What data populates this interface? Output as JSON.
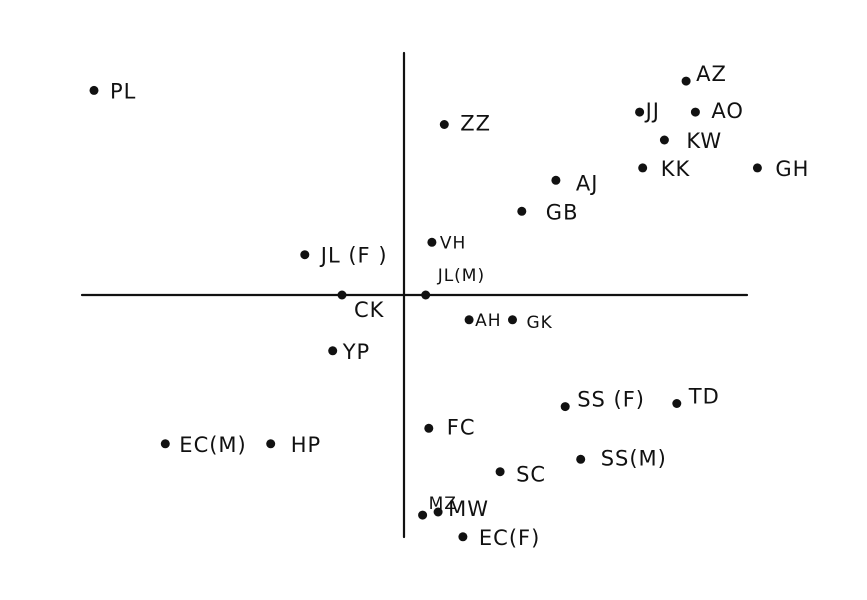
{
  "chart_data": {
    "type": "scatter",
    "title": "",
    "xlabel": "",
    "ylabel": "",
    "grid": false,
    "legend": "none",
    "points": [
      {
        "label": "PL",
        "x": -10.0,
        "y": 6.6
      },
      {
        "label": "AZ",
        "x": 9.1,
        "y": 6.9
      },
      {
        "label": "JJ",
        "x": 7.6,
        "y": 5.9
      },
      {
        "label": "AO",
        "x": 9.4,
        "y": 5.9
      },
      {
        "label": "ZZ",
        "x": 1.3,
        "y": 5.5
      },
      {
        "label": "KW",
        "x": 8.4,
        "y": 5.0
      },
      {
        "label": "KK",
        "x": 7.7,
        "y": 4.1
      },
      {
        "label": "GH",
        "x": 11.4,
        "y": 4.1
      },
      {
        "label": "AJ",
        "x": 4.9,
        "y": 3.7
      },
      {
        "label": "GB",
        "x": 3.8,
        "y": 2.7
      },
      {
        "label": "JL (F )",
        "x": -3.2,
        "y": 1.3
      },
      {
        "label": "VH",
        "x": 0.9,
        "y": 1.7
      },
      {
        "label": "JL(M)",
        "x": 0.7,
        "y": 0.0
      },
      {
        "label": "CK",
        "x": -2.0,
        "y": 0.0
      },
      {
        "label": "AH",
        "x": 2.1,
        "y": -0.8
      },
      {
        "label": "GK",
        "x": 3.5,
        "y": -0.8
      },
      {
        "label": "YP",
        "x": -2.3,
        "y": -1.8
      },
      {
        "label": "SS (F)",
        "x": 5.2,
        "y": -3.6
      },
      {
        "label": "TD",
        "x": 8.8,
        "y": -3.5
      },
      {
        "label": "FC",
        "x": 0.8,
        "y": -4.3
      },
      {
        "label": "EC(M)",
        "x": -7.7,
        "y": -4.8
      },
      {
        "label": "HP",
        "x": -4.3,
        "y": -4.8
      },
      {
        "label": "SS(M)",
        "x": 5.7,
        "y": -5.3
      },
      {
        "label": "SC",
        "x": 3.1,
        "y": -5.7
      },
      {
        "label": "MZ",
        "x": 0.6,
        "y": -7.1
      },
      {
        "label": "MW",
        "x": 1.1,
        "y": -7.0
      },
      {
        "label": "EC(F)",
        "x": 1.9,
        "y": -7.8
      }
    ],
    "axes": {
      "x_range": [
        -10.0,
        10.8
      ],
      "y_range": [
        -8.1,
        8.0
      ]
    }
  }
}
